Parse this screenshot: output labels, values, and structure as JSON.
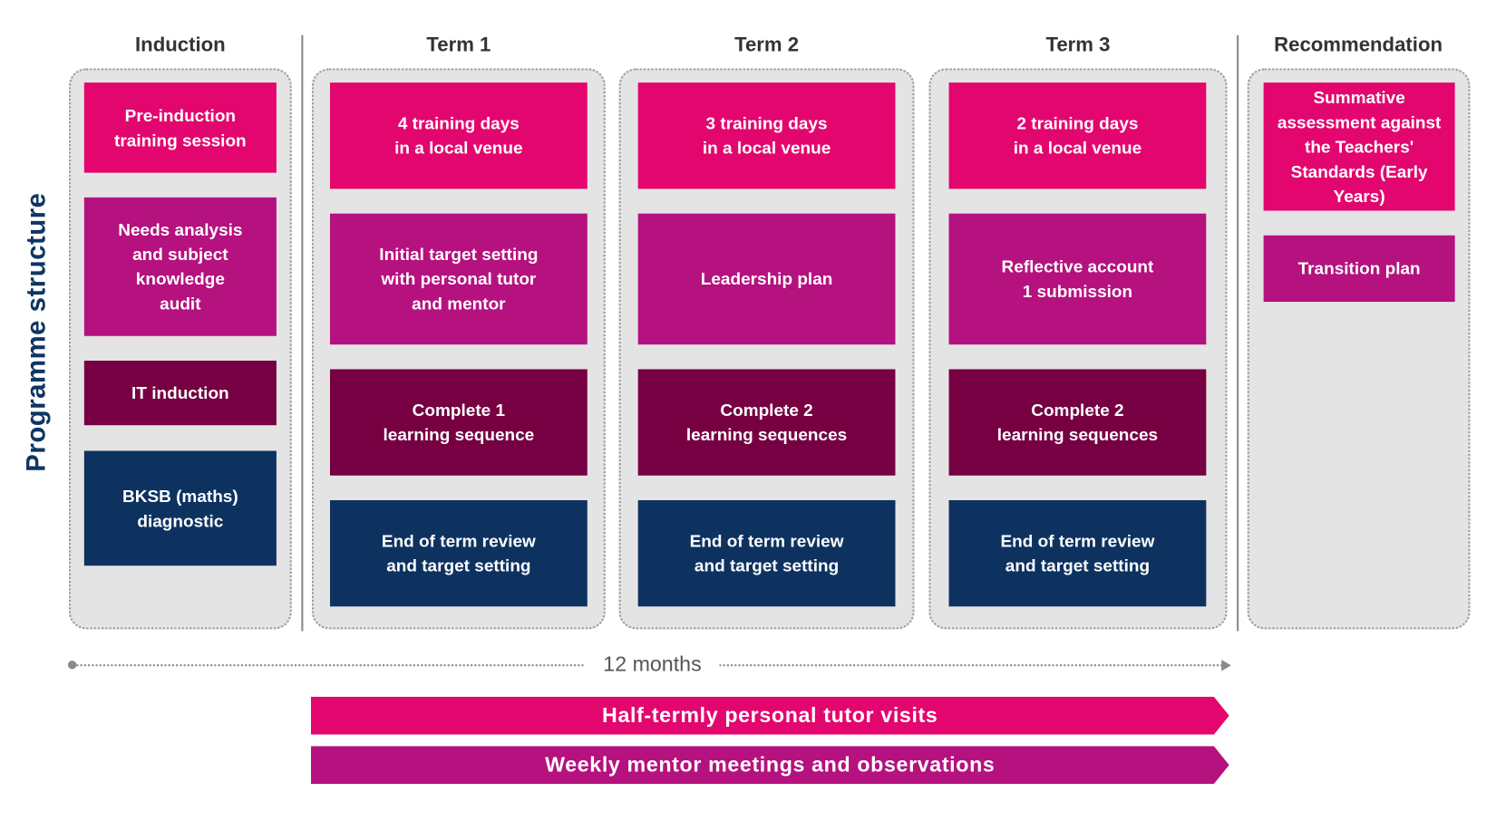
{
  "side_title": "Programme structure",
  "columns": {
    "induction": "Induction",
    "term1": "Term 1",
    "term2": "Term 2",
    "term3": "Term 3",
    "recommendation": "Recommendation"
  },
  "boxes": {
    "induction": [
      "Pre-induction\ntraining session",
      "Needs analysis\nand subject\nknowledge\naudit",
      "IT induction",
      "BKSB (maths)\ndiagnostic"
    ],
    "term1": [
      "4 training days\nin a local venue",
      "Initial target setting\nwith personal tutor\nand mentor",
      "Complete 1\nlearning sequence",
      "End of term review\nand target setting"
    ],
    "term2": [
      "3 training days\nin a local venue",
      "Leadership plan",
      "Complete 2\nlearning sequences",
      "End of term review\nand target setting"
    ],
    "term3": [
      "2 training days\nin a local venue",
      "Reflective account\n1 submission",
      "Complete 2\nlearning sequences",
      "End of term review\nand target setting"
    ],
    "recommendation": [
      "Summative\nassessment against\nthe Teachers'\nStandards (Early\nYears)",
      "Transition plan"
    ]
  },
  "timeline_label": "12 months",
  "bands": [
    "Half-termly personal tutor visits",
    "Weekly mentor meetings and observations"
  ],
  "colors": {
    "pink": "#e3066e",
    "magenta": "#b5117f",
    "maroon": "#760042",
    "navy": "#0d3260",
    "column_bg": "#e4e4e4",
    "title_blue": "#0e3563"
  }
}
